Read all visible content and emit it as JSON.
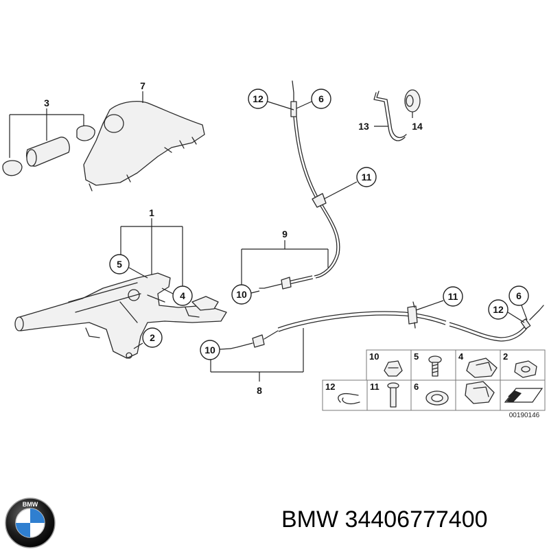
{
  "diagram": {
    "callouts": {
      "c7": "7",
      "c3": "3",
      "c1": "1",
      "c5": "5",
      "c4": "4",
      "c2": "2",
      "c12a": "12",
      "c6a": "6",
      "c13": "13",
      "c14": "14",
      "c11a": "11",
      "c9": "9",
      "c10a": "10",
      "c11b": "11",
      "c12b": "12",
      "c6b": "6",
      "c10b": "10",
      "c8": "8"
    },
    "legend": {
      "row1": [
        "10",
        "5",
        "4",
        "2"
      ],
      "row2": [
        "12",
        "11",
        "6",
        ""
      ]
    },
    "reference_code": "00190146"
  },
  "caption": "BMW 34406777400",
  "logo": {
    "brand": "BMW",
    "letters": "BMW"
  }
}
